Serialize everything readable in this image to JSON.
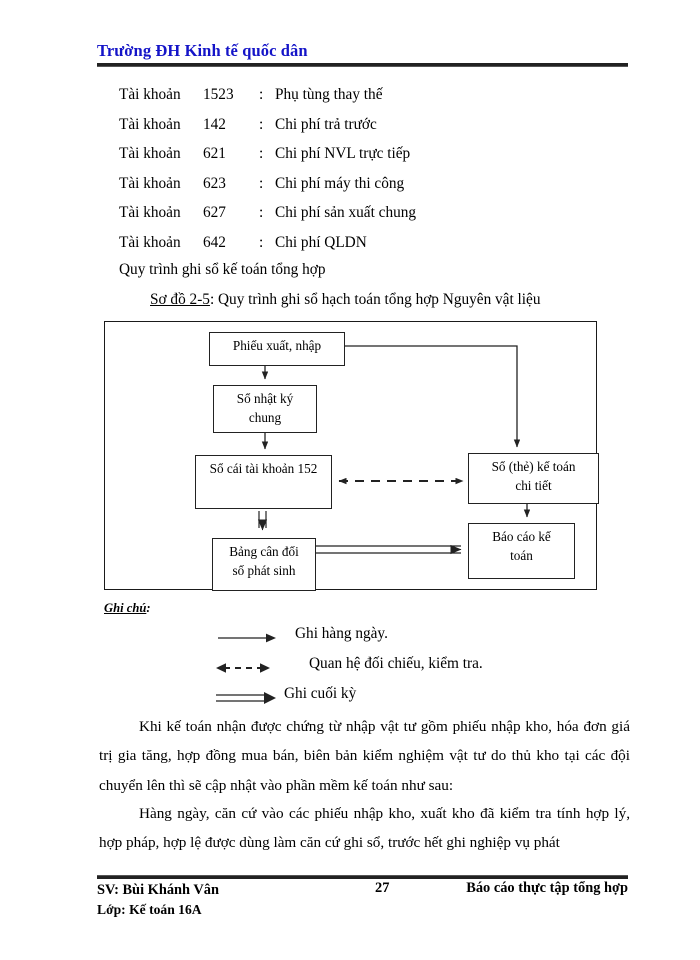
{
  "header": {
    "title": "Trường ĐH Kinh tế quốc dân",
    "title_color": "#1414c8"
  },
  "accounts": {
    "label": "Tài khoản",
    "colon": ":",
    "rows": [
      {
        "label": "Tài khoản",
        "code": "1523",
        "colon": ":",
        "name": "Phụ tùng thay thế"
      },
      {
        "label": "Tài khoản",
        "code": "142",
        "colon": ":",
        "name": "Chi phí trả trước"
      },
      {
        "label": "Tài khoản",
        "code": "621",
        "colon": ":",
        "name": "Chi phí NVL trực tiếp"
      },
      {
        "label": "Tài khoản",
        "code": "623",
        "colon": ":",
        "name": "Chi phí máy thi công"
      },
      {
        "label": "Tài khoản",
        "code": "627",
        "colon": ":",
        "name": "Chi phí sản xuất chung"
      },
      {
        "label": "Tài khoản",
        "code": "642",
        "colon": ":",
        "name": "Chi phí QLDN"
      }
    ]
  },
  "section_line": "Quy trình ghi sổ kế toán tổng hợp",
  "diagram": {
    "caption_label": "Sơ đồ 2-5",
    "caption_text": ": Quy trình ghi sổ hạch toán tổng hợp Nguyên vật liệu",
    "nodes": {
      "phieu": "Phiếu xuất, nhập",
      "nhatky": "Sổ nhật ký\nchung",
      "socai": "Sổ cái tài khoản 152",
      "chitiet": "Sổ (thẻ) kế toán\nchi tiết",
      "bangcandoi": "Bảng cân đối\nsố phát sinh",
      "baocao": "Báo cáo kế\ntoán"
    },
    "line_color": "#222222"
  },
  "legend": {
    "title": "Ghi chú",
    "title_colon": ":",
    "items": [
      {
        "glyph": "solid-arrow-icon",
        "text": "Ghi hàng ngày."
      },
      {
        "glyph": "dashed-double-arrow-icon",
        "text": "Quan hệ đối chiếu, kiểm tra."
      },
      {
        "glyph": "double-line-arrow-icon",
        "text": "Ghi cuối kỳ"
      }
    ]
  },
  "paragraphs": [
    "Khi kế toán nhận được chứng từ nhập vật tư gồm phiếu nhập kho, hóa đơn giá trị gia tăng, hợp đồng mua bán, biên bản kiểm nghiệm vật tư do thủ kho tại các đội chuyển lên thì sẽ cập nhật vào phần mềm kế toán như sau:",
    "Hàng ngày, căn cứ vào các phiếu nhập kho, xuất kho đã kiểm tra tính hợp lý, hợp pháp, hợp lệ được dùng làm căn cứ ghi sổ, trước hết ghi nghiệp vụ phát"
  ],
  "footer": {
    "student": "SV: Bùi Khánh Vân",
    "class": "Lớp: Kế toán 16A",
    "page_number": "27",
    "report_title": "Báo cáo thực tập tổng hợp"
  }
}
